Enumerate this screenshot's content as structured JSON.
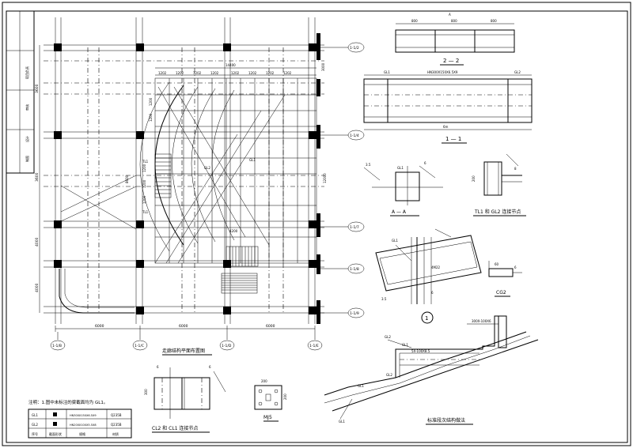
{
  "grid_axes": {
    "bottom": [
      "1-1/B",
      "1-1/C",
      "1-1/D",
      "1-1/E"
    ],
    "right": [
      "1-1/2",
      "1-1/4",
      "1-1/7",
      "1-1/8",
      "1-1/9"
    ]
  },
  "dims_bottom": [
    "6000",
    "6000",
    "6000"
  ],
  "dims_left": [
    "3600",
    "3600",
    "4000",
    "4000"
  ],
  "plan_top_dims": [
    "1202",
    "1202",
    "1202",
    "1202",
    "1202",
    "1202",
    "1202",
    "1202"
  ],
  "plan_top_total": "14400",
  "plan_inner_dims": [
    "1200",
    "1200",
    "1200",
    "1200",
    "1200"
  ],
  "plan_other_dims": [
    "8600",
    "12000",
    "4200",
    "3000"
  ],
  "plan_labels": [
    "GL1",
    "GL2",
    "TL1",
    "TL1"
  ],
  "plan_title": "走廊结构平面布置图",
  "notes": {
    "text": "注明：1.图中未标注的梁截面均为 GL1。",
    "table_header": [
      "序号",
      "截面形状",
      "规格",
      "材质"
    ],
    "table_rows": [
      [
        "GL1",
        "■",
        "HN300X150X6.5X9",
        "Q235B"
      ],
      [
        "GL2",
        "■",
        "HN200X100X5.5X8",
        "Q235B"
      ]
    ]
  },
  "section_22": {
    "title": "2 — 2",
    "dims": [
      "800",
      "800",
      "800"
    ],
    "label": "A"
  },
  "section_11": {
    "title": "1 — 1",
    "labels": [
      "GL1",
      "HN300X150X6.5X9",
      "GL2",
      "6m"
    ]
  },
  "section_aa": {
    "title": "A — A",
    "labels": [
      "GL1",
      "3.5",
      "6"
    ]
  },
  "node_tl1": {
    "title": "TL1 和 GL2 连接节点",
    "labels": [
      "200",
      "8"
    ]
  },
  "node_1": {
    "title": "1",
    "labels": [
      "GL1",
      "4M22",
      "3.5",
      "6"
    ]
  },
  "cg2": {
    "title": "CG2",
    "labels": [
      "60",
      "6"
    ]
  },
  "node_cl2": {
    "title": "CL2 和 CL1 连接节点",
    "labels": [
      "6",
      "300",
      "6"
    ]
  },
  "mj5": {
    "title": "MJ5",
    "labels": [
      "200",
      "200"
    ]
  },
  "stair_detail": {
    "title": "标准段次结构做法",
    "labels": [
      "300X-100X6",
      "GL2",
      "GL1",
      "5X-100X8.5",
      "GL2",
      "GL1",
      "GL1"
    ]
  },
  "title_block": {
    "cells": [
      "项目负责",
      "审核",
      "设计",
      "制图"
    ]
  }
}
